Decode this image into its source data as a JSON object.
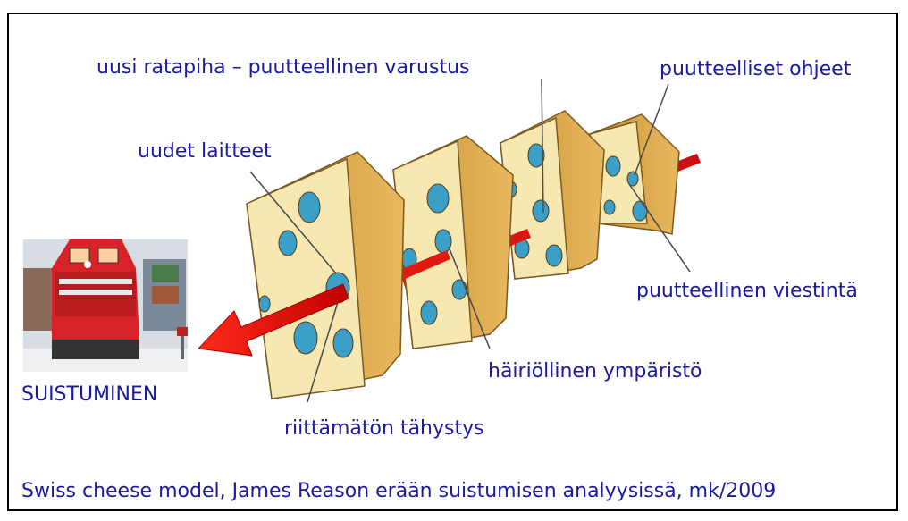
{
  "labels": {
    "top_center": "uusi ratapiha – puutteellinen varustus",
    "top_right": "puutteelliset ohjeet",
    "left_mid": "uudet laitteet",
    "right_mid": "puutteellinen viestintä",
    "bottom_mid": "häiriöllinen ympäristö",
    "bottom": "riittämätön tähystys",
    "outcome": "SUISTUMINEN"
  },
  "caption": "Swiss cheese model, James Reason erään suistumisen analyysissä, mk/2009",
  "colors": {
    "text": "#1a1aa0",
    "cheese": "#f6e8b0",
    "cheese_side": "#d9a64a",
    "hole": "#3aa0c8",
    "arrow": "#e01010"
  }
}
